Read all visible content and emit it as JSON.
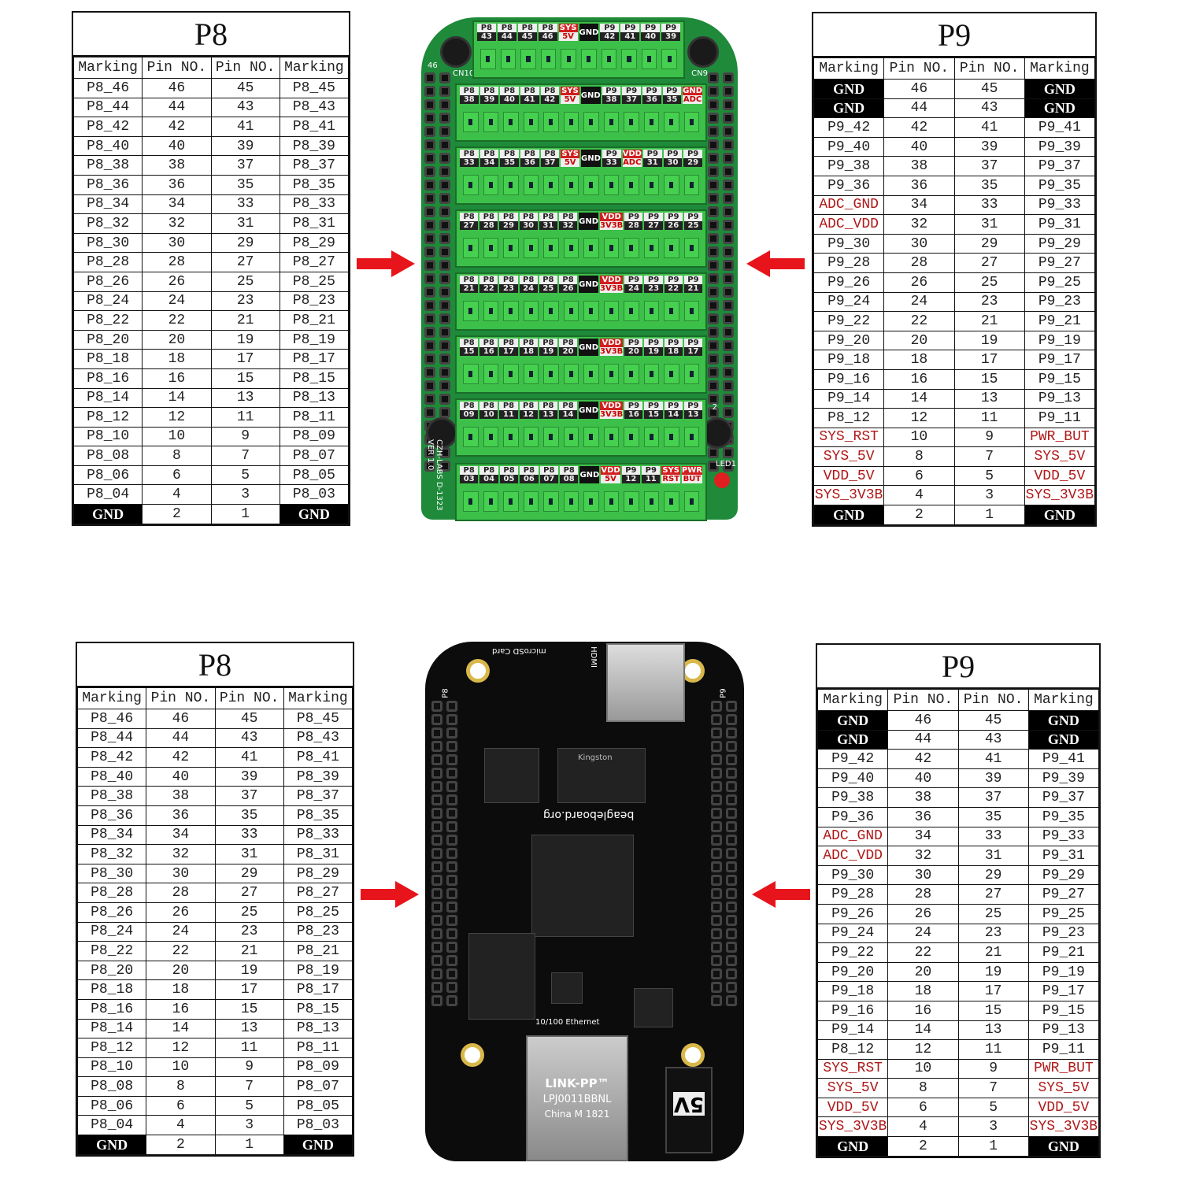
{
  "p8": {
    "title": "P8",
    "headers": [
      "Marking",
      "Pin NO.",
      "Pin NO.",
      "Marking"
    ],
    "rows": [
      [
        "P8_46",
        "46",
        "45",
        "P8_45"
      ],
      [
        "P8_44",
        "44",
        "43",
        "P8_43"
      ],
      [
        "P8_42",
        "42",
        "41",
        "P8_41"
      ],
      [
        "P8_40",
        "40",
        "39",
        "P8_39"
      ],
      [
        "P8_38",
        "38",
        "37",
        "P8_37"
      ],
      [
        "P8_36",
        "36",
        "35",
        "P8_35"
      ],
      [
        "P8_34",
        "34",
        "33",
        "P8_33"
      ],
      [
        "P8_32",
        "32",
        "31",
        "P8_31"
      ],
      [
        "P8_30",
        "30",
        "29",
        "P8_29"
      ],
      [
        "P8_28",
        "28",
        "27",
        "P8_27"
      ],
      [
        "P8_26",
        "26",
        "25",
        "P8_25"
      ],
      [
        "P8_24",
        "24",
        "23",
        "P8_23"
      ],
      [
        "P8_22",
        "22",
        "21",
        "P8_21"
      ],
      [
        "P8_20",
        "20",
        "19",
        "P8_19"
      ],
      [
        "P8_18",
        "18",
        "17",
        "P8_17"
      ],
      [
        "P8_16",
        "16",
        "15",
        "P8_15"
      ],
      [
        "P8_14",
        "14",
        "13",
        "P8_13"
      ],
      [
        "P8_12",
        "12",
        "11",
        "P8_11"
      ],
      [
        "P8_10",
        "10",
        "9",
        "P8_09"
      ],
      [
        "P8_08",
        "8",
        "7",
        "P8_07"
      ],
      [
        "P8_06",
        "6",
        "5",
        "P8_05"
      ],
      [
        "P8_04",
        "4",
        "3",
        "P8_03"
      ],
      [
        "GND",
        "2",
        "1",
        "GND"
      ]
    ]
  },
  "p9": {
    "title": "P9",
    "headers": [
      "Marking",
      "Pin NO.",
      "Pin NO.",
      "Marking"
    ],
    "rows": [
      [
        "GND",
        "46",
        "45",
        "GND"
      ],
      [
        "GND",
        "44",
        "43",
        "GND"
      ],
      [
        "P9_42",
        "42",
        "41",
        "P9_41"
      ],
      [
        "P9_40",
        "40",
        "39",
        "P9_39"
      ],
      [
        "P9_38",
        "38",
        "37",
        "P9_37"
      ],
      [
        "P9_36",
        "36",
        "35",
        "P9_35"
      ],
      [
        "ADC_GND",
        "34",
        "33",
        "P9_33"
      ],
      [
        "ADC_VDD",
        "32",
        "31",
        "P9_31"
      ],
      [
        "P9_30",
        "30",
        "29",
        "P9_29"
      ],
      [
        "P9_28",
        "28",
        "27",
        "P9_27"
      ],
      [
        "P9_26",
        "26",
        "25",
        "P9_25"
      ],
      [
        "P9_24",
        "24",
        "23",
        "P9_23"
      ],
      [
        "P9_22",
        "22",
        "21",
        "P9_21"
      ],
      [
        "P9_20",
        "20",
        "19",
        "P9_19"
      ],
      [
        "P9_18",
        "18",
        "17",
        "P9_17"
      ],
      [
        "P9_16",
        "16",
        "15",
        "P9_15"
      ],
      [
        "P9_14",
        "14",
        "13",
        "P9_13"
      ],
      [
        "P8_12",
        "12",
        "11",
        "P9_11"
      ],
      [
        "SYS_RST",
        "10",
        "9",
        "PWR_BUT"
      ],
      [
        "SYS_5V",
        "8",
        "7",
        "SYS_5V"
      ],
      [
        "VDD_5V",
        "6",
        "5",
        "VDD_5V"
      ],
      [
        "SYS_3V3B",
        "4",
        "3",
        "SYS_3V3B"
      ],
      [
        "GND",
        "2",
        "1",
        "GND"
      ]
    ]
  },
  "colors": {
    "arrow": "#e8141b",
    "board_green": "#1e8a3a",
    "board_black": "#0c0c0c",
    "red_text": "#b01818"
  },
  "terminal_board": {
    "silk": {
      "cn10": "CN10",
      "cn9": "CN9",
      "led": "LED1",
      "version": "CZH-LABS D-1323 VER 1.0",
      "pin46": "46",
      "pin2": "2"
    },
    "strips": [
      [
        [
          "P8",
          "43"
        ],
        [
          "P8",
          "44"
        ],
        [
          "P8",
          "45"
        ],
        [
          "P8",
          "46"
        ],
        [
          "SYS",
          "5V"
        ],
        [
          "GND"
        ],
        [
          "P9",
          "42"
        ],
        [
          "P9",
          "41"
        ],
        [
          "P9",
          "40"
        ],
        [
          "P9",
          "39"
        ]
      ],
      [
        [
          "P8",
          "38"
        ],
        [
          "P8",
          "39"
        ],
        [
          "P8",
          "40"
        ],
        [
          "P8",
          "41"
        ],
        [
          "P8",
          "42"
        ],
        [
          "SYS",
          "5V"
        ],
        [
          "GND"
        ],
        [
          "P9",
          "38"
        ],
        [
          "P9",
          "37"
        ],
        [
          "P9",
          "36"
        ],
        [
          "P9",
          "35"
        ],
        [
          "GND",
          "ADC"
        ]
      ],
      [
        [
          "P8",
          "33"
        ],
        [
          "P8",
          "34"
        ],
        [
          "P8",
          "35"
        ],
        [
          "P8",
          "36"
        ],
        [
          "P8",
          "37"
        ],
        [
          "SYS",
          "5V"
        ],
        [
          "GND"
        ],
        [
          "P9",
          "33"
        ],
        [
          "VDD",
          "ADC"
        ],
        [
          "P9",
          "31"
        ],
        [
          "P9",
          "30"
        ],
        [
          "P9",
          "29"
        ]
      ],
      [
        [
          "P8",
          "27"
        ],
        [
          "P8",
          "28"
        ],
        [
          "P8",
          "29"
        ],
        [
          "P8",
          "30"
        ],
        [
          "P8",
          "31"
        ],
        [
          "P8",
          "32"
        ],
        [
          "GND"
        ],
        [
          "VDD",
          "3V3B"
        ],
        [
          "P9",
          "28"
        ],
        [
          "P9",
          "27"
        ],
        [
          "P9",
          "26"
        ],
        [
          "P9",
          "25"
        ]
      ],
      [
        [
          "P8",
          "21"
        ],
        [
          "P8",
          "22"
        ],
        [
          "P8",
          "23"
        ],
        [
          "P8",
          "24"
        ],
        [
          "P8",
          "25"
        ],
        [
          "P8",
          "26"
        ],
        [
          "GND"
        ],
        [
          "VDD",
          "3V3B"
        ],
        [
          "P9",
          "24"
        ],
        [
          "P9",
          "23"
        ],
        [
          "P9",
          "22"
        ],
        [
          "P9",
          "21"
        ]
      ],
      [
        [
          "P8",
          "15"
        ],
        [
          "P8",
          "16"
        ],
        [
          "P8",
          "17"
        ],
        [
          "P8",
          "18"
        ],
        [
          "P8",
          "19"
        ],
        [
          "P8",
          "20"
        ],
        [
          "GND"
        ],
        [
          "VDD",
          "3V3B"
        ],
        [
          "P9",
          "20"
        ],
        [
          "P9",
          "19"
        ],
        [
          "P9",
          "18"
        ],
        [
          "P9",
          "17"
        ]
      ],
      [
        [
          "P8",
          "09"
        ],
        [
          "P8",
          "10"
        ],
        [
          "P8",
          "11"
        ],
        [
          "P8",
          "12"
        ],
        [
          "P8",
          "13"
        ],
        [
          "P8",
          "14"
        ],
        [
          "GND"
        ],
        [
          "VDD",
          "3V3B"
        ],
        [
          "P9",
          "16"
        ],
        [
          "P9",
          "15"
        ],
        [
          "P9",
          "14"
        ],
        [
          "P9",
          "13"
        ]
      ],
      [
        [
          "P8",
          "03"
        ],
        [
          "P8",
          "04"
        ],
        [
          "P8",
          "05"
        ],
        [
          "P8",
          "06"
        ],
        [
          "P8",
          "07"
        ],
        [
          "P8",
          "08"
        ],
        [
          "GND"
        ],
        [
          "VDD",
          "5V"
        ],
        [
          "P9",
          "12"
        ],
        [
          "P9",
          "11"
        ],
        [
          "SYS",
          "RST"
        ],
        [
          "PWR",
          "BUT"
        ]
      ]
    ]
  },
  "beaglebone": {
    "microsd": "microSD Card",
    "hdmi": "HDMI",
    "brand": "beagleboard.org",
    "kingston": "Kingston",
    "ethernet": "10/100 Ethernet",
    "jack_brand": "LINK-PP™",
    "jack_model": "LPJ0011BBNL",
    "jack_origin": "China M 1821",
    "power": "5V",
    "p8": "P8",
    "p9": "P9"
  }
}
